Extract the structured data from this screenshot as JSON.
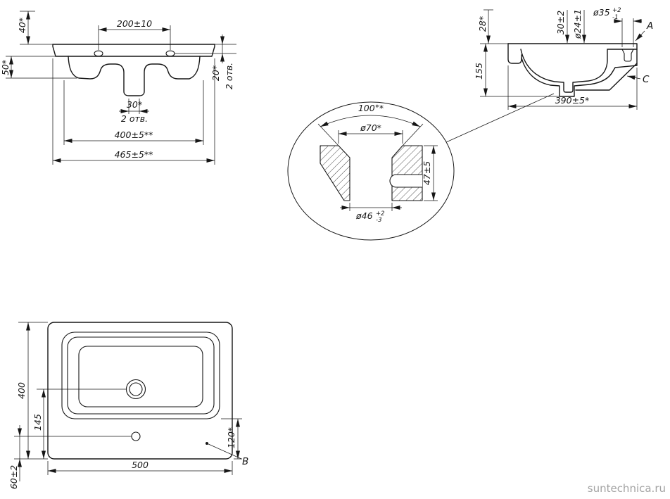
{
  "colors": {
    "ink": "#161616",
    "watermark": "#a3a3a3",
    "paper": "#ffffff"
  },
  "watermark": {
    "text": "suntechnica.ru"
  },
  "front_view": {
    "dims": {
      "d200": "200±10",
      "d40": "40*",
      "d50": "50*",
      "d30": "30*",
      "holes_center": "2 отв.",
      "d400": "400±5**",
      "d465": "465±5**",
      "d20": "20*",
      "holes_right": "2 отв."
    }
  },
  "side_view": {
    "dims": {
      "d28": "28*",
      "d155": "155",
      "d30": "30±2",
      "d24": "ø24±1",
      "d35_main": "ø35",
      "d35_sup": "+2",
      "d35_sub": "-1",
      "d390": "390±5*"
    },
    "labels": {
      "a": "A",
      "c": "C"
    }
  },
  "detail_view": {
    "dims": {
      "angle": "100°*",
      "d70": "ø70*",
      "d46_main": "ø46",
      "d46_sup": "+2",
      "d46_sub": "-3",
      "d47": "47±5"
    }
  },
  "plan_view": {
    "dims": {
      "d400": "400",
      "d145": "145",
      "d60": "60±2",
      "d500": "500",
      "d120": "120*"
    },
    "labels": {
      "b": "B"
    }
  }
}
